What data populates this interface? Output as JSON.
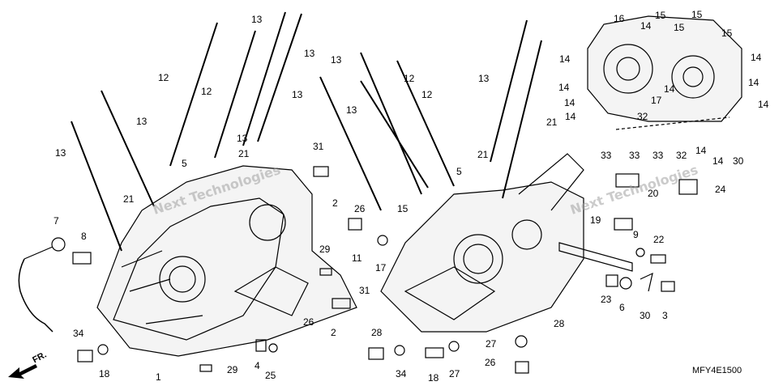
{
  "diagram_code": "MFY4E1500",
  "direction_label": "FR.",
  "watermark": [
    "Next Technologies",
    "Next Technologies"
  ],
  "callouts": [
    "13",
    "13",
    "12",
    "12",
    "13",
    "13",
    "13",
    "21",
    "5",
    "21",
    "7",
    "8",
    "31",
    "2",
    "26",
    "29",
    "11",
    "17",
    "31",
    "26",
    "2",
    "34",
    "18",
    "1",
    "29",
    "4",
    "25",
    "13",
    "12",
    "13",
    "12",
    "13",
    "13",
    "21",
    "21",
    "5",
    "15",
    "16",
    "15",
    "15",
    "14",
    "15",
    "14",
    "15",
    "14",
    "14",
    "14",
    "14",
    "14",
    "14",
    "17",
    "14",
    "32",
    "33",
    "33",
    "33",
    "32",
    "14",
    "14",
    "30",
    "20",
    "24",
    "19",
    "9",
    "22",
    "23",
    "6",
    "30",
    "3",
    "28",
    "27",
    "28",
    "34",
    "18",
    "27",
    "26"
  ]
}
